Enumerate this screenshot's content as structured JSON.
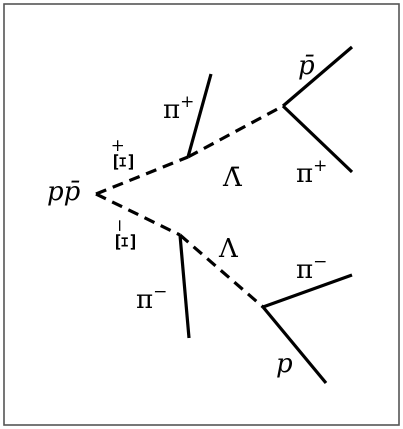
{
  "diagram": {
    "vertex_label": "pp̄",
    "particles": {
      "xi_plus": {
        "base": "Ξ",
        "sup": "+"
      },
      "xi_minus": {
        "base": "Ξ",
        "sup": "−"
      },
      "anti_lambda": {
        "base": "Λ̄"
      },
      "lambda": {
        "base": "Λ"
      },
      "pi_plus_upper": {
        "base": "π",
        "sup": "+"
      },
      "pi_plus_right": {
        "base": "π",
        "sup": "+"
      },
      "pi_minus_left": {
        "base": "π",
        "sup": "−"
      },
      "pi_minus_right": {
        "base": "π",
        "sup": "−"
      },
      "anti_proton": {
        "base": "p̄"
      },
      "proton": {
        "base": "p"
      }
    }
  }
}
